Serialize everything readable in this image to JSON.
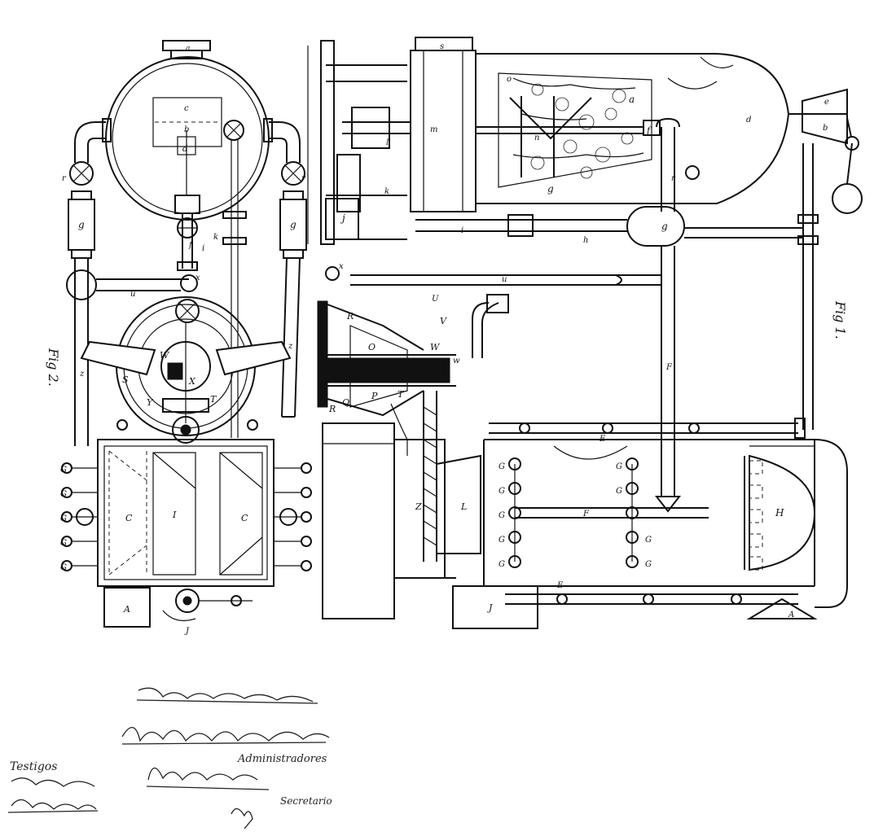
{
  "figures": {
    "fig1": {
      "caption": "Fig 1."
    },
    "fig2": {
      "caption": "Fig 2."
    }
  },
  "fig2_letters": {
    "a": "a",
    "b": "b",
    "c": "c",
    "d": "d",
    "f": "f",
    "g": "g",
    "r": "r",
    "z": "z",
    "u": "u",
    "x": "x",
    "k": "k",
    "i": "i",
    "W": "W",
    "Y": "Y",
    "T": "T",
    "S": "S",
    "X": "X",
    "G": "G",
    "C": "C",
    "I": "I",
    "A": "A",
    "J": "J"
  },
  "fig1_letters": {
    "s": "s",
    "a": "a",
    "o": "o",
    "n": "n",
    "m": "m",
    "f": "f",
    "d": "d",
    "b": "b",
    "e": "e",
    "g": "g",
    "j": "j",
    "i": "i",
    "h": "h",
    "k": "k",
    "l": "l",
    "U": "U",
    "R": "R",
    "Q": "Q",
    "P": "P",
    "O": "O",
    "X": "X",
    "W": "W",
    "V": "V",
    "T": "T",
    "Z": "Z",
    "L": "L",
    "u": "u",
    "G": "G",
    "H": "H",
    "F": "F",
    "E": "E",
    "J": "J",
    "A": "A",
    "x": "x",
    "w": "w",
    "r": "r"
  },
  "signatures": {
    "testigos_label": "Testigos",
    "administradores_label": "Administradores",
    "secretario_label": "Secretario"
  }
}
